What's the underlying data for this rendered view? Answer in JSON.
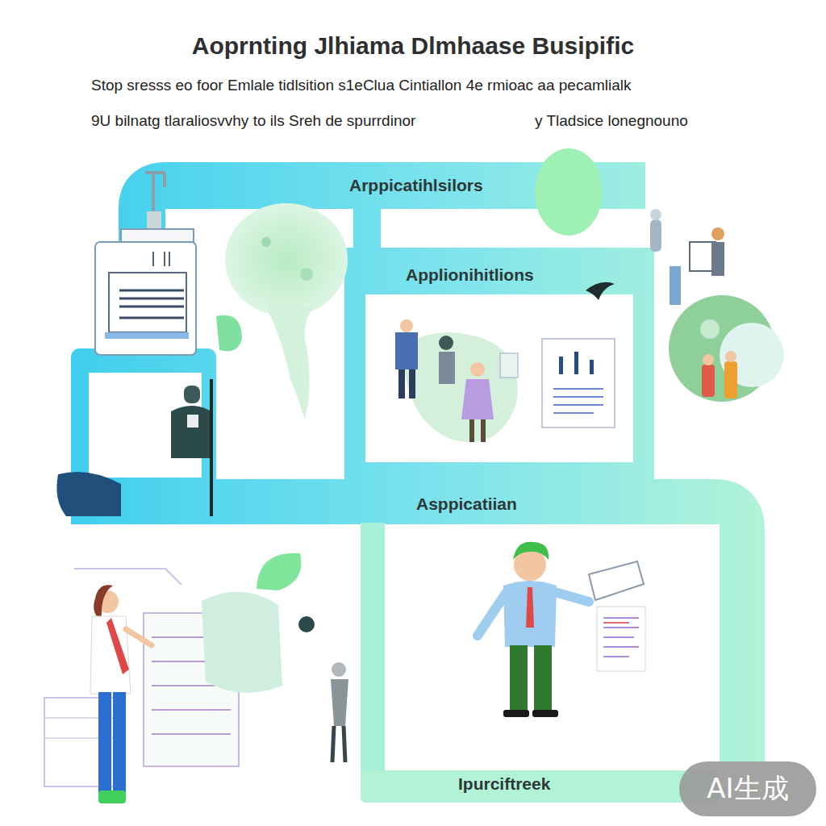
{
  "diagram": {
    "title": "Aoprnting Jlhiama Dlmhaase Busipific",
    "nodes": [
      {
        "text": [
          "Arppicatihlsilors"
        ]
      },
      {
        "text": [
          "Applionihitlions"
        ]
      },
      {
        "text": [
          "Asppicatiian",
          "Ipurciftreek"
        ]
      }
    ],
    "labels": [
      "Stop sresss eo foor Emlale tidlsition s1eClua Cintiallon 4e rmioac aa pecamlialk",
      "9U bilnatg tlaraliosvvhy to ils Sreh de spurrdinor",
      "y Tladsice lonegnouno",
      "AI生成"
    ]
  }
}
